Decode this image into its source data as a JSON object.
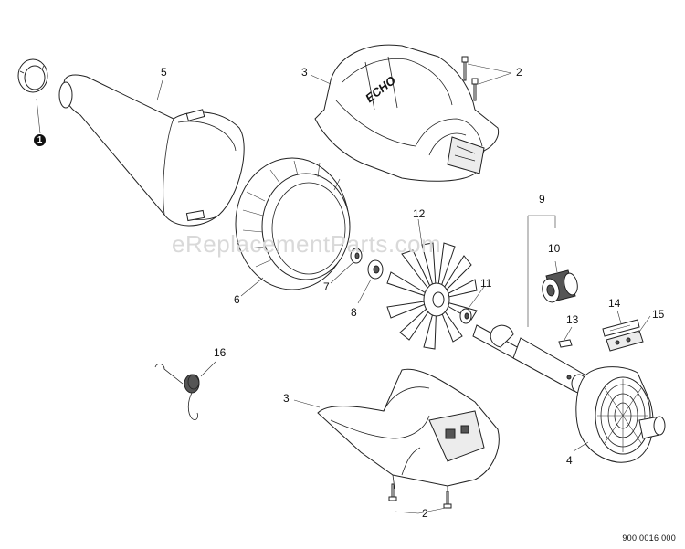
{
  "watermark": "eReplacementParts.com",
  "drawing_code": "900 0016 000",
  "housing_text": "ECHO",
  "callouts": [
    "1",
    "2",
    "2",
    "3",
    "3",
    "4",
    "5",
    "6",
    "7",
    "8",
    "9",
    "10",
    "11",
    "12",
    "13",
    "14",
    "15",
    "16"
  ]
}
